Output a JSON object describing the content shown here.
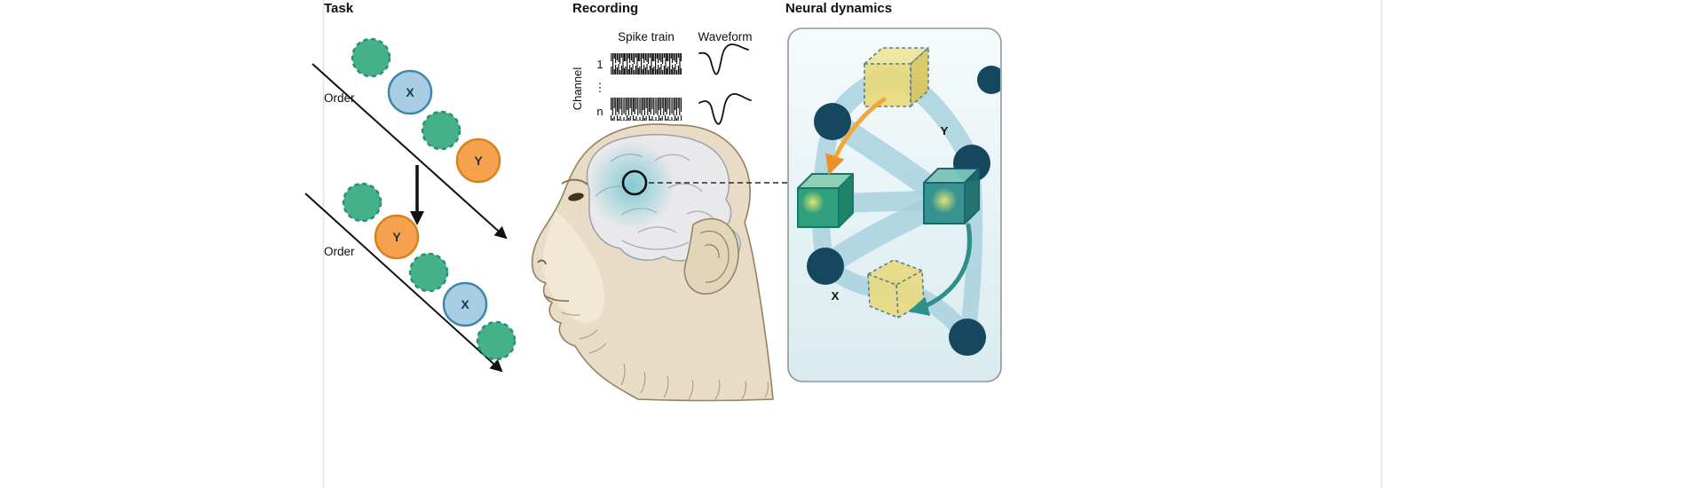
{
  "task": {
    "title": "Task",
    "order_label_top": "Order",
    "order_label_bottom": "Order",
    "token_x": "X",
    "token_y": "Y"
  },
  "recording": {
    "title": "Recording",
    "spike_train_label": "Spike train",
    "waveform_label": "Waveform",
    "channel_label": "Channel",
    "channel_first": "1",
    "channel_ellipsis": "⋮",
    "channel_last": "n"
  },
  "neural": {
    "title": "Neural dynamics",
    "label_y": "Y",
    "label_x": "X"
  },
  "colors": {
    "item_green": "#45b189",
    "item_blue": "#a9cde2",
    "item_orange": "#f5a14e",
    "node_dark": "#15475f",
    "tube_blue": "#a5cfdd",
    "cube_yellow": "#e8d878",
    "cube_green": "#2f9f7c",
    "cube_teal": "#2e8f8c",
    "arrow_yellow": "#f0a838",
    "arrow_teal": "#2f9089",
    "brain_highlight": "#5fc0cb",
    "monkey_skin": "#e8dcc6"
  }
}
